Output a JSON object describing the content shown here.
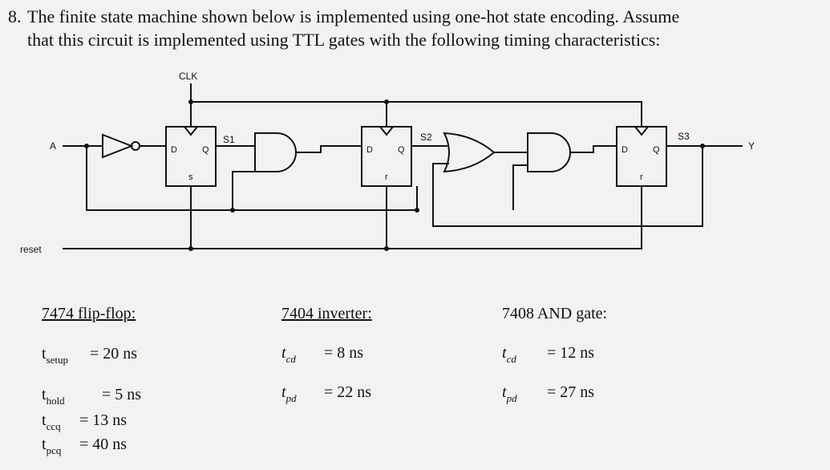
{
  "problem": {
    "number": "8.",
    "line1": "The finite state machine shown below is implemented using one-hot state encoding. Assume",
    "line2": "that this circuit is implemented using TTL gates with the following timing characteristics:"
  },
  "diagram": {
    "clk": "CLK",
    "input_a": "A",
    "reset": "reset",
    "output_y": "Y",
    "ff1": {
      "d": "D",
      "q": "Q",
      "ctrl": "s",
      "state": "S1"
    },
    "ff2": {
      "d": "D",
      "q": "Q",
      "ctrl": "r",
      "state": "S2"
    },
    "ff3": {
      "d": "D",
      "q": "Q",
      "ctrl": "r",
      "state": "S3"
    }
  },
  "flipflop": {
    "title": "7474 flip-flop:",
    "rows": [
      {
        "sym": "t",
        "sub": "setup",
        "value": "= 20 ns"
      },
      {
        "sym": "t",
        "sub": "hold",
        "value": "= 5 ns"
      },
      {
        "sym": "t",
        "sub": "ccq",
        "value": "= 13 ns"
      },
      {
        "sym": "t",
        "sub": "pcq",
        "value": "= 40 ns"
      }
    ]
  },
  "inverter": {
    "title": "7404 inverter:",
    "rows": [
      {
        "sym": "t",
        "sub": "cd",
        "value": "= 8 ns"
      },
      {
        "sym": "t",
        "sub": "pd",
        "value": "= 22 ns"
      }
    ]
  },
  "and_gate": {
    "title": "7408 AND gate:",
    "rows": [
      {
        "sym": "t",
        "sub": "cd",
        "value": "= 12 ns"
      },
      {
        "sym": "t",
        "sub": "pd",
        "value": "= 27 ns"
      }
    ]
  }
}
